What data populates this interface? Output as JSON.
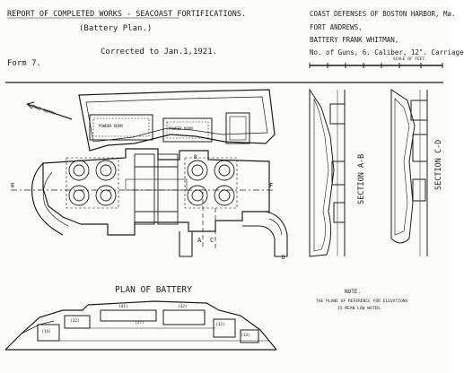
{
  "header": {
    "report_line": "REPORT OF COMPLETED WORKS - SEACOAST FORTIFICATIONS.",
    "plan_type": "(Battery Plan.)",
    "corrected": "Corrected to Jan.1,1921.",
    "form": "Form 7."
  },
  "title_block": {
    "defenses": "COAST DEFENSES OF BOSTON HARBOR, Ma.",
    "fort": "FORT ANDREWS,",
    "battery": "BATTERY FRANK WHITMAN,",
    "guns": "No. of Guns, 6. Caliber, 12\". Carriage",
    "scale_label": "SCALE OF FEET."
  },
  "plan": {
    "true_north": "TRUE NORTH",
    "powder_room_1": "POWDER ROOM",
    "powder_room_2": "POWDER ROOM",
    "section_e": "E",
    "section_f": "F",
    "section_f2": "F",
    "section_a": "A",
    "section_c": "C",
    "section_b": "B",
    "section_d": "D",
    "title": "PLAN OF BATTERY"
  },
  "sections": {
    "ab_label": "SECTION A-B",
    "cd_label": "SECTION C-D"
  },
  "note": {
    "heading": "NOTE.",
    "line1": "THE PLANE OF REFERENCE FOR ELEVATIONS",
    "line2": "IS MEAN LOW WATER."
  },
  "elevations": {
    "e1": "(41)",
    "e2": "(42)",
    "e3": "(32)",
    "e4": "(27)",
    "e5": "(32)",
    "e6": "(14)",
    "e7": "(13)"
  },
  "colors": {
    "ink": "#1e1e1e",
    "paper": "#fbfbf9",
    "shade": "#6e6e6e"
  }
}
